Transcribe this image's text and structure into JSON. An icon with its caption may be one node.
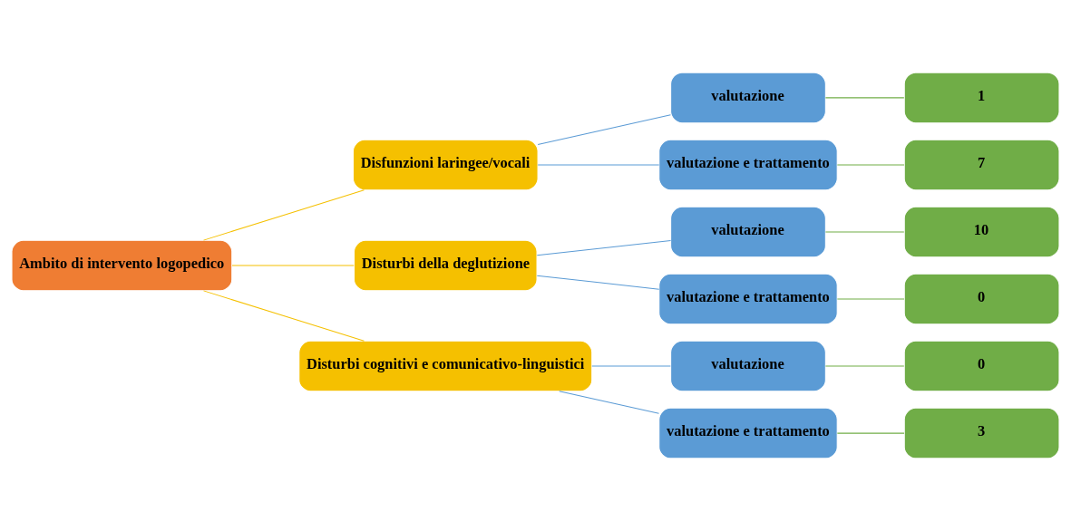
{
  "diagram": {
    "nodes": [
      {
        "text": [
          "Ambito di intervento logopedico"
        ]
      },
      {
        "text": [
          "Disfunzioni laringee/vocali"
        ]
      },
      {
        "text": [
          "valutazione"
        ]
      },
      {
        "text": [
          "1"
        ]
      },
      {
        "text": [
          "valutazione e trattamento"
        ]
      },
      {
        "text": [
          "7"
        ]
      },
      {
        "text": [
          "Disturbi della deglutizione"
        ]
      },
      {
        "text": [
          "valutazione"
        ]
      },
      {
        "text": [
          "10"
        ]
      },
      {
        "text": [
          "valutazione e trattamento"
        ]
      },
      {
        "text": [
          "0"
        ]
      },
      {
        "text": [
          "Disturbi cognitivi e comunicativo-linguistici"
        ]
      },
      {
        "text": [
          "valutazione"
        ]
      },
      {
        "text": [
          "0"
        ]
      },
      {
        "text": [
          "valutazione e trattamento"
        ]
      },
      {
        "text": [
          "3"
        ]
      }
    ],
    "edges": [
      {
        "from": 0,
        "to": 1,
        "arrow": "none",
        "color": "#f5c000"
      },
      {
        "from": 0,
        "to": 6,
        "arrow": "none",
        "color": "#f5c000"
      },
      {
        "from": 0,
        "to": 11,
        "arrow": "none",
        "color": "#f5c000"
      },
      {
        "from": 1,
        "to": 2,
        "arrow": "none",
        "color": "#5b9bd5"
      },
      {
        "from": 1,
        "to": 4,
        "arrow": "none",
        "color": "#5b9bd5"
      },
      {
        "from": 6,
        "to": 7,
        "arrow": "none",
        "color": "#5b9bd5"
      },
      {
        "from": 6,
        "to": 9,
        "arrow": "none",
        "color": "#5b9bd5"
      },
      {
        "from": 11,
        "to": 12,
        "arrow": "none",
        "color": "#5b9bd5"
      },
      {
        "from": 11,
        "to": 14,
        "arrow": "none",
        "color": "#5b9bd5"
      },
      {
        "from": 2,
        "to": 3,
        "arrow": "none",
        "color": "#70ad47"
      },
      {
        "from": 4,
        "to": 5,
        "arrow": "none",
        "color": "#70ad47"
      },
      {
        "from": 7,
        "to": 8,
        "arrow": "none",
        "color": "#70ad47"
      },
      {
        "from": 9,
        "to": 10,
        "arrow": "none",
        "color": "#70ad47"
      },
      {
        "from": 12,
        "to": 13,
        "arrow": "none",
        "color": "#70ad47"
      },
      {
        "from": 14,
        "to": 15,
        "arrow": "none",
        "color": "#70ad47"
      }
    ]
  }
}
